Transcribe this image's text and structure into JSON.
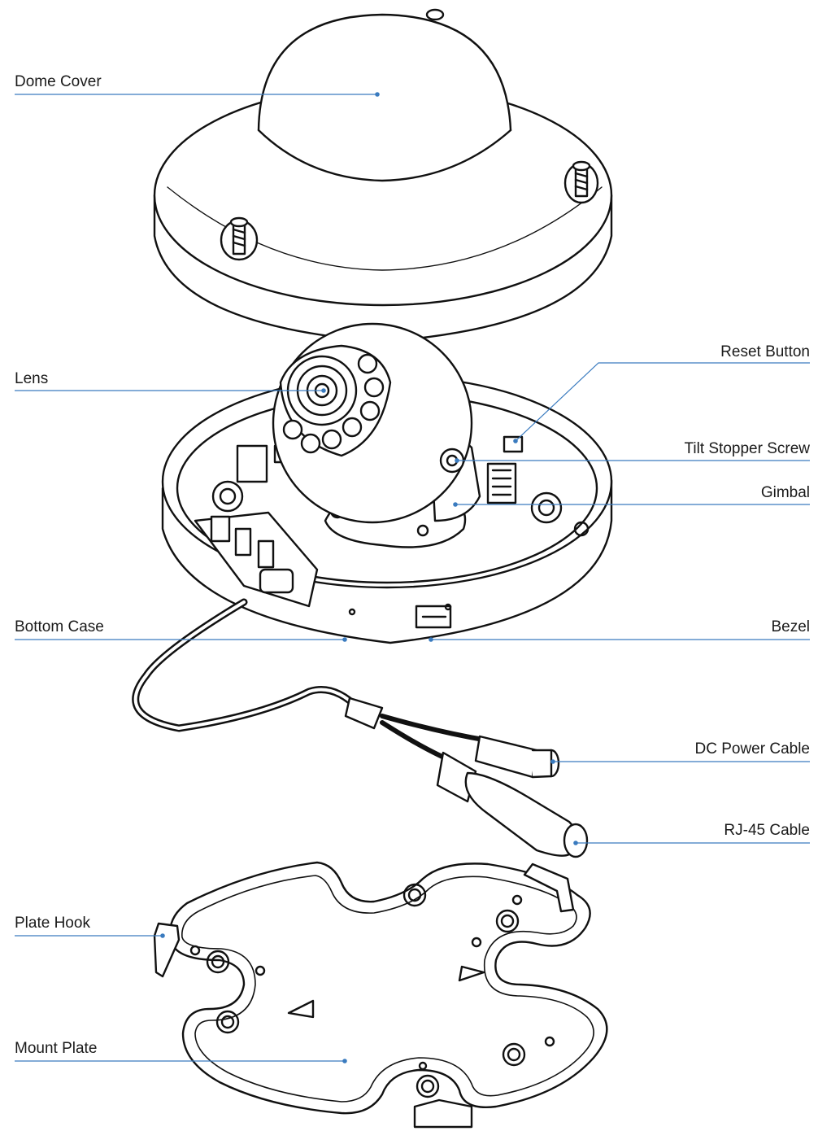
{
  "diagram": {
    "labels_left": {
      "dome_cover": "Dome Cover",
      "lens": "Lens",
      "bottom_case": "Bottom Case",
      "plate_hook": "Plate Hook",
      "mount_plate": "Mount Plate"
    },
    "labels_right": {
      "reset_button": "Reset Button",
      "tilt_stopper_screw": "Tilt Stopper Screw",
      "gimbal": "Gimbal",
      "bezel": "Bezel",
      "dc_power_cable": "DC Power Cable",
      "rj45_cable": "RJ-45 Cable"
    },
    "leader_color": "#3a7bbf",
    "line_color": "#111111"
  }
}
